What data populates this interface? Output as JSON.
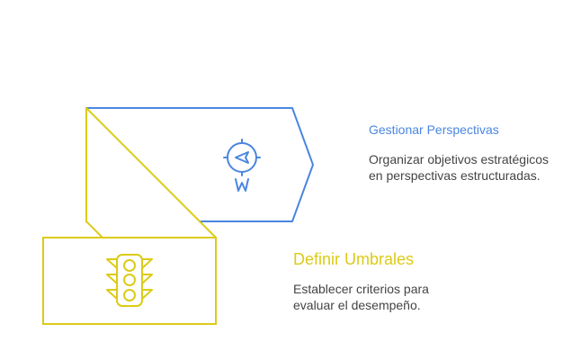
{
  "colors": {
    "blue": "#4a86e0",
    "yellow": "#dccb17",
    "text": "#444444"
  },
  "steps": [
    {
      "title": "Gestionar Perspectivas",
      "description": "Organizar objetivos estratégicos en perspectivas estructuradas.",
      "icon": "compass-icon"
    },
    {
      "title": "Definir Umbrales",
      "description": "Establecer criterios para evaluar el desempeño.",
      "icon": "traffic-light-icon"
    }
  ]
}
